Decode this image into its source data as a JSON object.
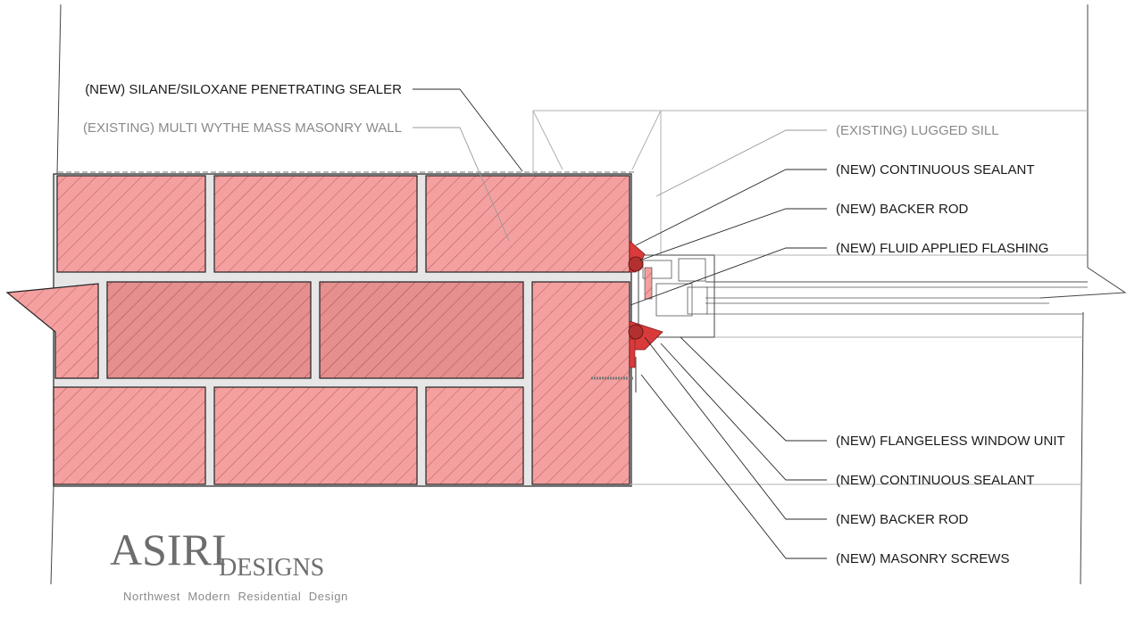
{
  "labels_left": [
    {
      "text": "(NEW) SILANE/SILOXANE PENETRATING SEALER",
      "status": "new"
    },
    {
      "text": "(EXISTING) MULTI WYTHE MASS MASONRY WALL",
      "status": "existing"
    }
  ],
  "labels_right_top": [
    {
      "text": "(EXISTING) LUGGED SILL",
      "status": "existing"
    },
    {
      "text": "(NEW) CONTINUOUS SEALANT",
      "status": "new"
    },
    {
      "text": "(NEW) BACKER ROD",
      "status": "new"
    },
    {
      "text": "(NEW) FLUID APPLIED FLASHING",
      "status": "new"
    }
  ],
  "labels_right_bottom": [
    {
      "text": "(NEW) FLANGELESS WINDOW UNIT",
      "status": "new"
    },
    {
      "text": "(NEW) CONTINUOUS SEALANT",
      "status": "new"
    },
    {
      "text": "(NEW) BACKER ROD",
      "status": "new"
    },
    {
      "text": "(NEW) MASONRY SCREWS",
      "status": "new"
    }
  ],
  "logo": {
    "word1": "ASIRI",
    "word2": "DESIGNS",
    "tagline": "Northwest  Modern  Residential  Design"
  },
  "colors": {
    "brick_fill": "#f4a0a0",
    "brick_hatch": "#c06060",
    "mortar": "#e6e6e6",
    "sealant": "#d93a3a",
    "new_text": "#1a1a1a",
    "existing_text": "#8a8a8a"
  }
}
